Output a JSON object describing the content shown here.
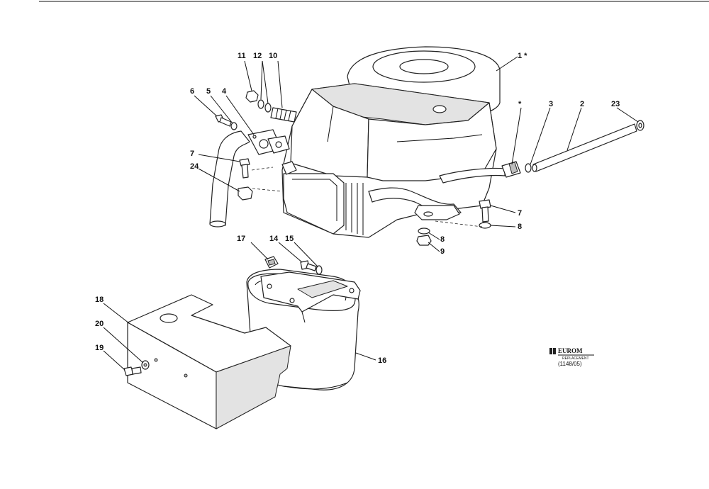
{
  "diagram": {
    "callouts": {
      "c1": "1 *",
      "c2": "2",
      "c3": "3",
      "c4": "4",
      "c5": "5",
      "c6": "6",
      "c7a": "7",
      "c7b": "7",
      "c8a": "8",
      "c8b": "8",
      "c9": "9",
      "c10": "10",
      "c11": "11",
      "c12": "12",
      "c14": "14",
      "c15": "15",
      "c16": "16",
      "c17": "17",
      "c18": "18",
      "c19": "19",
      "c20": "20",
      "c23": "23",
      "c24": "24",
      "cstar": "*"
    },
    "logo": {
      "brand": "EUROM",
      "sub": "REPLACEMENT",
      "code": "(1148/05)"
    }
  }
}
